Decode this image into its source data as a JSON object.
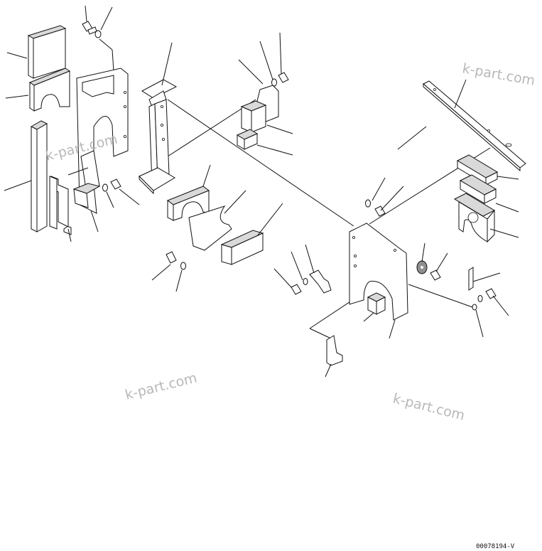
{
  "watermarks": [
    "k-part.com",
    "k-part.com",
    "k-part.com",
    "k-part.com"
  ],
  "drawing_code": "00078194-V"
}
